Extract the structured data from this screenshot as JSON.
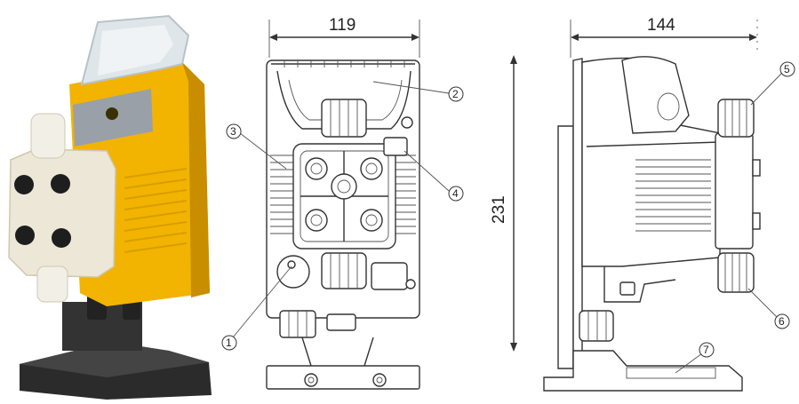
{
  "dimensions": {
    "width_front": "119",
    "width_side": "144",
    "height": "231"
  },
  "callouts": [
    "1",
    "2",
    "3",
    "4",
    "5",
    "6",
    "7"
  ],
  "colors": {
    "pump_housing": "#f2b400",
    "pump_housing_dark": "#c98d00",
    "pump_head": "#ece7d6",
    "label_panel": "#9aa0a8",
    "lid": "#dfe6ea",
    "base": "#2b2b2b",
    "line": "#333333"
  }
}
